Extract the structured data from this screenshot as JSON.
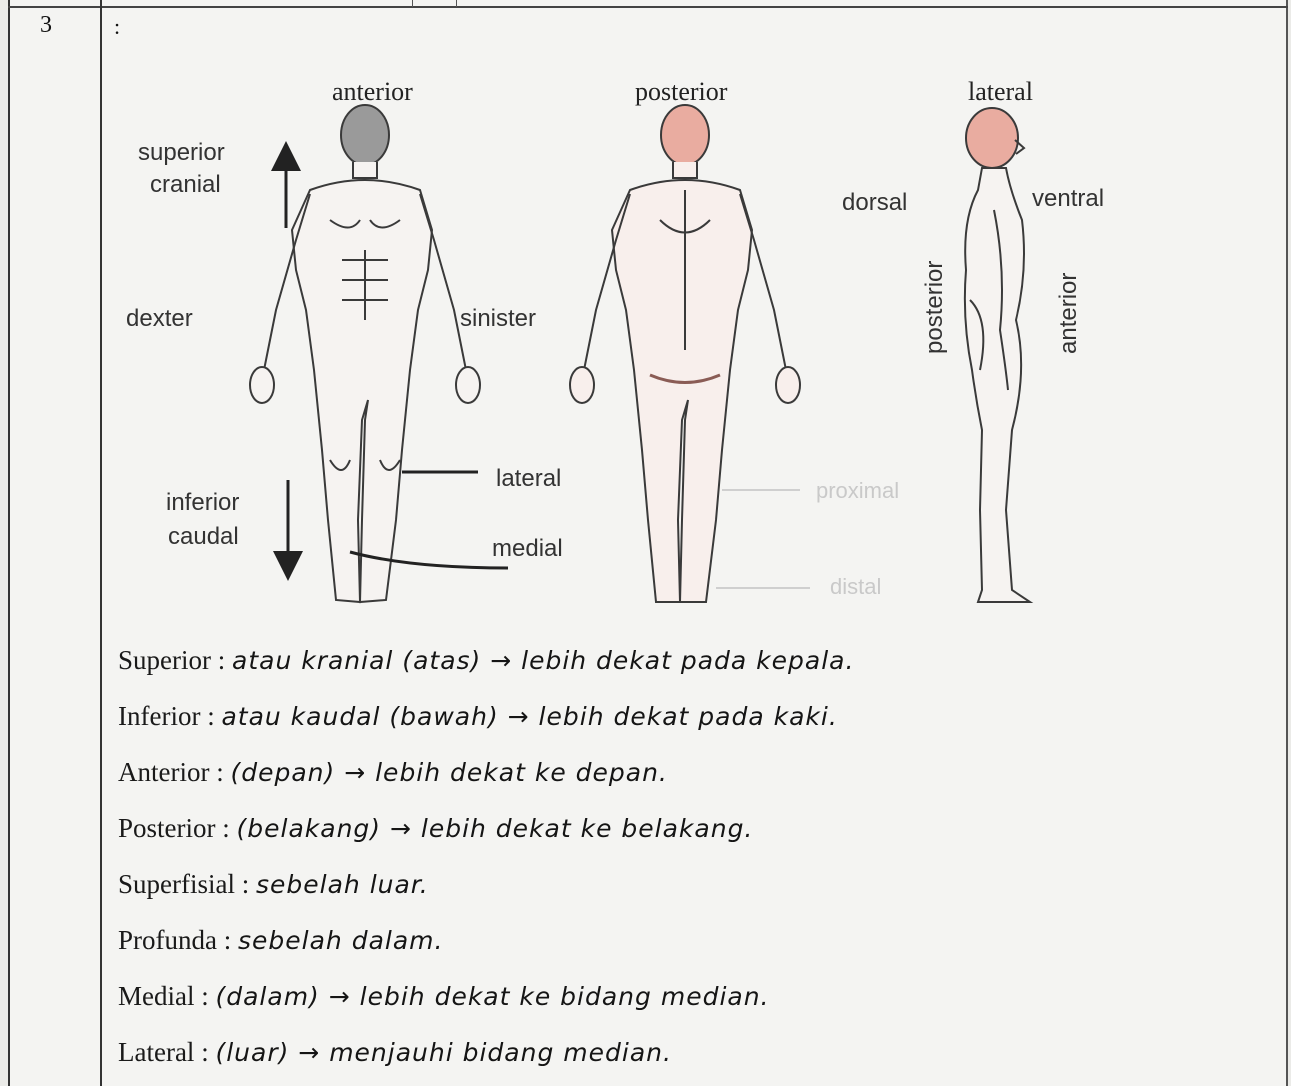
{
  "row": {
    "number": "3",
    "colon": ":"
  },
  "figure": {
    "view_labels": {
      "anterior": "anterior",
      "posterior": "posterior",
      "lateral": "lateral"
    },
    "labels": {
      "superior_cranial": [
        "superior",
        "cranial"
      ],
      "dexter": "dexter",
      "sinister": "sinister",
      "inferior_caudal": [
        "inferior",
        "caudal"
      ],
      "lateral_pointer": "lateral",
      "medial_pointer": "medial",
      "proximal": "proximal",
      "distal": "distal",
      "dorsal": "dorsal",
      "ventral": "ventral",
      "posterior_vertical": "posterior",
      "anterior_vertical": "anterior"
    },
    "colors": {
      "skin_head": "#e9aca0",
      "body_tint": "#f3dfda",
      "outline": "#3a3a3a"
    }
  },
  "notes": [
    {
      "term": "Superior :",
      "text": "atau kranial (atas) → lebih dekat pada kepala."
    },
    {
      "term": "Inferior :",
      "text": "atau kaudal (bawah) → lebih dekat pada kaki."
    },
    {
      "term": "Anterior :",
      "text": "(depan) → lebih dekat ke depan."
    },
    {
      "term": "Posterior :",
      "text": "(belakang) → lebih dekat ke belakang."
    },
    {
      "term": "Superfisial :",
      "text": "sebelah luar."
    },
    {
      "term": "Profunda :",
      "text": "sebelah dalam."
    },
    {
      "term": "Medial :",
      "text": "(dalam) → lebih dekat ke bidang median."
    },
    {
      "term": "Lateral :",
      "text": "(luar) → menjauhi bidang median."
    }
  ]
}
